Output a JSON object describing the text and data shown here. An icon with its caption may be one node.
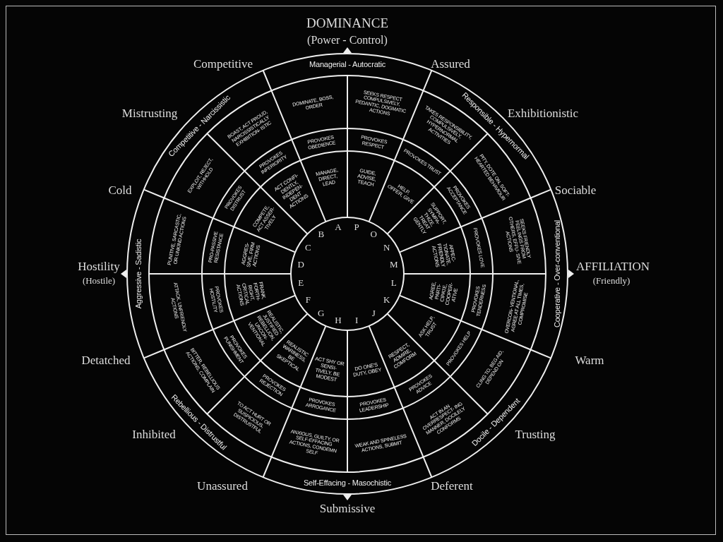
{
  "diagram": {
    "nodes": [
      {
        "text": [
          "Managerial - Autocratic"
        ]
      },
      {
        "text": [
          "Responsible - Hypernormal"
        ]
      },
      {
        "text": [
          "Cooperative - Over-conventional"
        ]
      },
      {
        "text": [
          "Docile - Dependent"
        ]
      },
      {
        "text": [
          "Self-Effacing - Masochistic"
        ]
      },
      {
        "text": [
          "Rebellious - Distrustful"
        ]
      },
      {
        "text": [
          "Aggressive - Sadistic"
        ]
      },
      {
        "text": [
          "Competitive - Narcissistic"
        ]
      },
      {
        "text": [
          "DOMINATE, BOSS, ORDER"
        ]
      },
      {
        "text": [
          "BOAST, ACT PROUD, NARCISSISTICALLY EXHIBITION- ISTIC"
        ]
      },
      {
        "text": [
          "EXPLOIT, REJECT, WITHHOLD"
        ]
      },
      {
        "text": [
          "PUNITIVE, SARCASTIC, OR UNKIND ACTIONS"
        ]
      },
      {
        "text": [
          "ATTACK, UNFRIENDLY ACTIONS"
        ]
      },
      {
        "text": [
          "BITTER, REBELLIOUS ACTIONS, COMPLAIN"
        ]
      },
      {
        "text": [
          "TO ACT HURT OR SUSPICIOUS, DISTRUSTFUL"
        ]
      },
      {
        "text": [
          "ANXIOUS, GUILTY, OR SELF-EFFACING ACTIONS, CONDEMN SELF"
        ]
      },
      {
        "text": [
          "WEAK AND SPINELESS ACTIONS, SUBMIT"
        ]
      },
      {
        "text": [
          "ACT IN AN OVERRESPECT- ING MANNER, DOCILELY CONFORMS"
        ]
      },
      {
        "text": [
          "CLING TO, BEG AID, DEPEND ON"
        ]
      },
      {
        "text": [
          "OVERCON- VENTIONAL, AGREE AT ALL TIMES, COMPROMISE"
        ]
      },
      {
        "text": [
          "SEEKS FRIENDLY FEELINGS FROM OTHERS, EFFU- SIVE ACTIONS"
        ]
      },
      {
        "text": [
          "PITY, DOTE ON, SOFT- HEARTED BEHAVIOUR"
        ]
      },
      {
        "text": [
          "TAKES RESPONSIBILITY, COMPULSIVELY, HYPERNORMAL ACTIVITIES"
        ]
      },
      {
        "text": [
          "SEEKS RESPECT COMPULSIVELY, PEDANTIC, DOGMATIC ACTIONS"
        ]
      },
      {
        "text": [
          "PROVOKES OBEDIENCE"
        ]
      },
      {
        "text": [
          "PROVOKES INFERIORITY"
        ]
      },
      {
        "text": [
          "PROVOKES DISTRUST"
        ]
      },
      {
        "text": [
          "PRO-PASSIVE RESISTANCE"
        ]
      },
      {
        "text": [
          "PROVOKES HOSTILITY"
        ]
      },
      {
        "text": [
          "PROVOKES PUNISHMENT"
        ]
      },
      {
        "text": [
          "PROVOKES REJECTION"
        ]
      },
      {
        "text": [
          "PROVOKES ARROGANCE"
        ]
      },
      {
        "text": [
          "PROVOKES LEADERSHIP"
        ]
      },
      {
        "text": [
          "PROVOKES ADVICE"
        ]
      },
      {
        "text": [
          "PROVOKES HELP"
        ]
      },
      {
        "text": [
          "PROVOKES TENDERNESS"
        ]
      },
      {
        "text": [
          "PROVOKES LOVE"
        ]
      },
      {
        "text": [
          "PROVOKES ACCEPTANCE"
        ]
      },
      {
        "text": [
          "PROVOKES TRUST"
        ]
      },
      {
        "text": [
          "PROVOKES RESPECT"
        ]
      },
      {
        "text": [
          "MANAGE, DIRECT, LEAD"
        ]
      },
      {
        "text": [
          "ACT CONFI- DENTLY, INDEPEN- DENT ACTIONS"
        ]
      },
      {
        "text": [
          "COMPETE, ACT ASSER- TIVELY"
        ]
      },
      {
        "text": [
          "AGGRES- SIVE, FIRM ACTIONS"
        ]
      },
      {
        "text": [
          "FRANK, FORTH- RIGHT, CRITICAL ACTIONS"
        ]
      },
      {
        "text": [
          "REALISTIC, JUSTIFIED REBELLION, UNCON- VENTIONAL"
        ]
      },
      {
        "text": [
          "REALISTIC WARINESS, BE SKEPTICAL"
        ]
      },
      {
        "text": [
          "ACT SHY OR SENSI- TIVELY, BE MODEST"
        ]
      },
      {
        "text": [
          "DO ONE'S DUTY, OBEY"
        ]
      },
      {
        "text": [
          "RESPECT, ADMIRE, COMFORM"
        ]
      },
      {
        "text": [
          "ASK HELP, TRUST"
        ]
      },
      {
        "text": [
          "AGREE, PARTI- CIPATE, COOPER- ATIVE"
        ]
      },
      {
        "text": [
          "AFFEC- TIONATE, FRIENDLY ACTIONS"
        ]
      },
      {
        "text": [
          "SUPPORT, SYMPA- THIZE, TREAT GENTLY"
        ]
      },
      {
        "text": [
          "HELP, OFFER, GIVE"
        ]
      },
      {
        "text": [
          "GUIDE, ADVISE, TEACH"
        ]
      }
    ],
    "edges": [],
    "labels": [
      "A",
      "B",
      "C",
      "D",
      "E",
      "F",
      "G",
      "H",
      "I",
      "J",
      "K",
      "L",
      "M",
      "N",
      "O",
      "P",
      "DOMINANCE",
      "(Power - Control)",
      "Competitive",
      "Assured",
      "Mistrusting",
      "Exhibitionistic",
      "Cold",
      "Sociable",
      "Hostility",
      "(Hostile)",
      "AFFILIATION",
      "(Friendly)",
      "Detatched",
      "Warm",
      "Inhibited",
      "Trusting",
      "Unassured",
      "Deferent",
      "Submissive"
    ]
  }
}
